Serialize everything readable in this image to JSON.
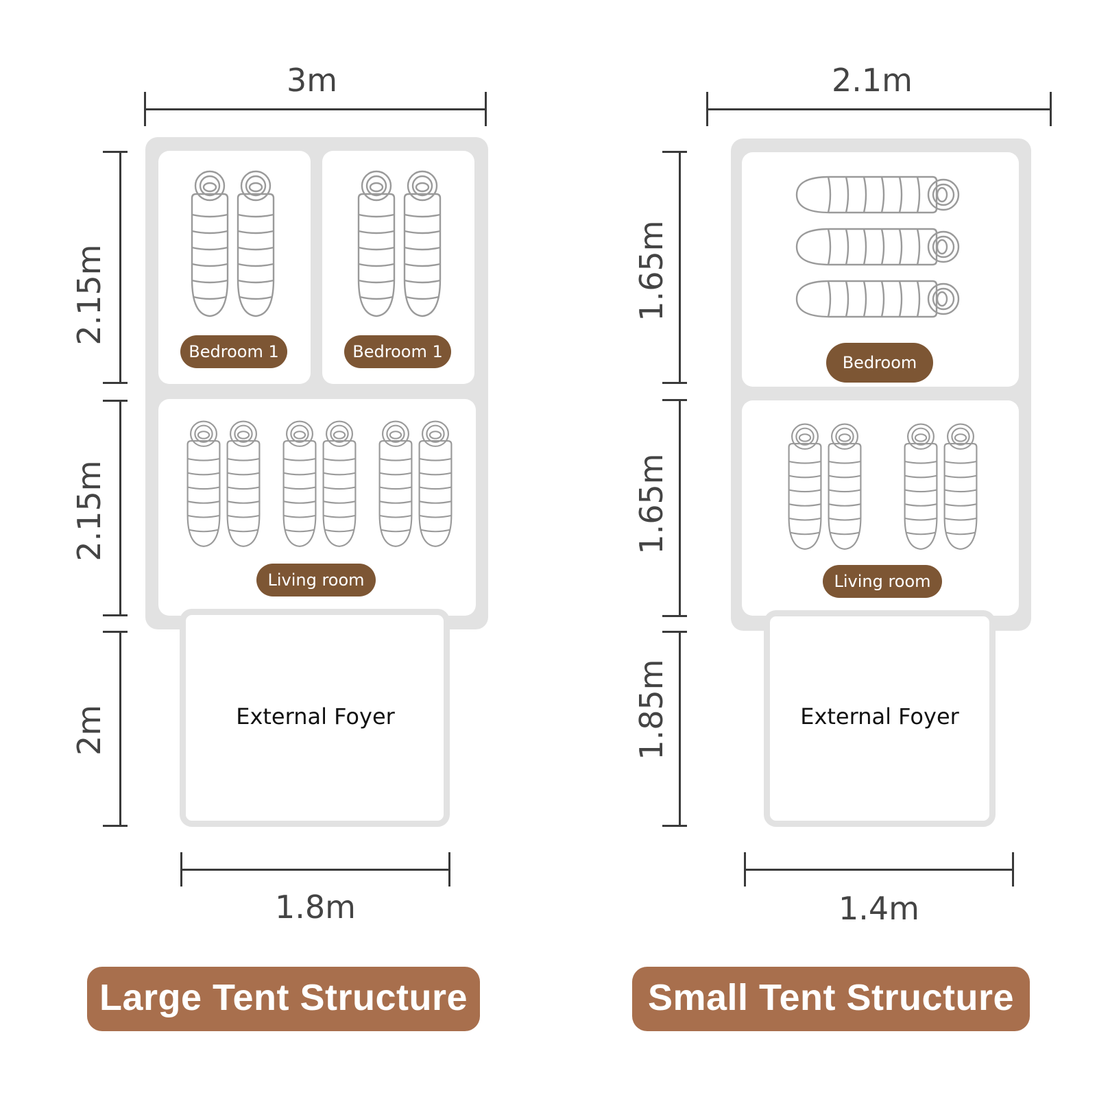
{
  "large_tent": {
    "width_top": "3m",
    "height_bedroom": "2.15m",
    "height_living": "2.15m",
    "height_foyer": "2m",
    "width_foyer": "1.8m",
    "bedroom_left_label": "Bedroom 1",
    "bedroom_right_label": "Bedroom 1",
    "living_label": "Living room",
    "foyer_label": "External Foyer",
    "caption": "Large Tent Structure"
  },
  "small_tent": {
    "width_top": "2.1m",
    "height_bedroom": "1.65m",
    "height_living": "1.65m",
    "height_foyer": "1.85m",
    "width_foyer": "1.4m",
    "bedroom_label": "Bedroom",
    "living_label": "Living room",
    "foyer_label": "External Foyer",
    "caption": "Small Tent Structure"
  },
  "colors": {
    "label_pill": "#7d5634",
    "caption_pill": "#a86f4d",
    "frame": "#e2e2e2",
    "dimension_line": "#3a3a3a"
  },
  "icons": [
    "sleeping-bag-icon"
  ]
}
